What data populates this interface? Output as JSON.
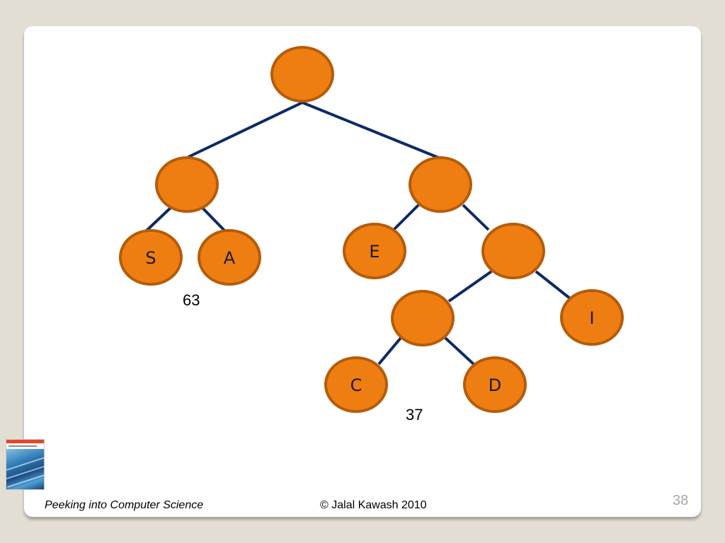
{
  "diagram": {
    "colors": {
      "node_fill": "#ef7e12",
      "node_border": "#b55c0a",
      "edge": "#0d2a66",
      "background": "#e3ded4"
    },
    "nodes": [
      {
        "id": "root",
        "label": ""
      },
      {
        "id": "n-left",
        "label": ""
      },
      {
        "id": "n-right",
        "label": ""
      },
      {
        "id": "leaf-s",
        "label": "S"
      },
      {
        "id": "leaf-a",
        "label": "A"
      },
      {
        "id": "leaf-e",
        "label": "E"
      },
      {
        "id": "n-right-child",
        "label": ""
      },
      {
        "id": "n-inner",
        "label": ""
      },
      {
        "id": "leaf-i",
        "label": "I"
      },
      {
        "id": "leaf-c",
        "label": "C"
      },
      {
        "id": "leaf-d",
        "label": "D"
      }
    ],
    "edges": [
      [
        "root",
        "n-left"
      ],
      [
        "root",
        "n-right"
      ],
      [
        "n-left",
        "leaf-s"
      ],
      [
        "n-left",
        "leaf-a"
      ],
      [
        "n-right",
        "leaf-e"
      ],
      [
        "n-right",
        "n-right-child"
      ],
      [
        "n-right-child",
        "n-inner"
      ],
      [
        "n-right-child",
        "leaf-i"
      ],
      [
        "n-inner",
        "leaf-c"
      ],
      [
        "n-inner",
        "leaf-d"
      ]
    ],
    "weights": [
      "63",
      "37"
    ]
  },
  "footer": {
    "book_title": "Peeking into Computer Science",
    "copyright": "© Jalal Kawash 2010",
    "slide_number": "38"
  },
  "book_cover_icon": "book-cover-icon"
}
